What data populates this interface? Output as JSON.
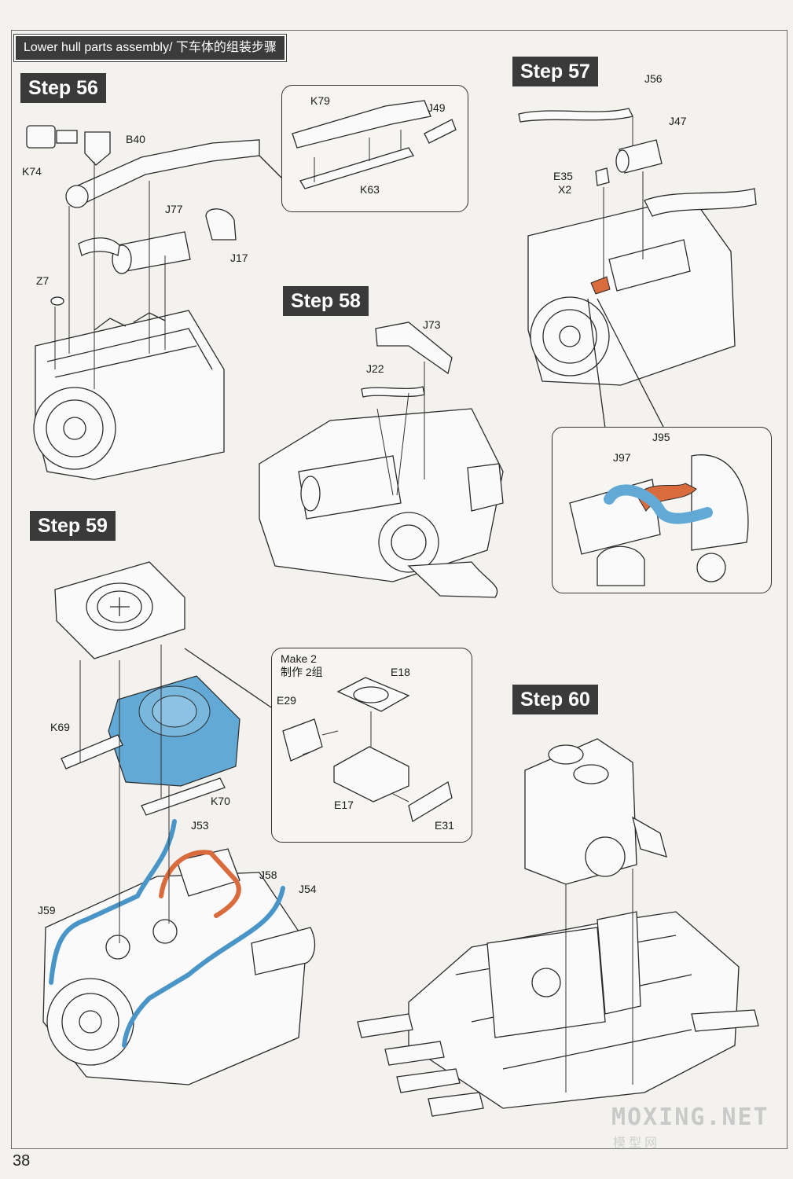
{
  "section_title": "Lower hull parts assembly/ 下车体的组装步骤",
  "steps": {
    "s56": "Step 56",
    "s57": "Step 57",
    "s58": "Step 58",
    "s59": "Step 59",
    "s60": "Step 60"
  },
  "labels": {
    "b40": "B40",
    "k74": "K74",
    "j77": "J77",
    "j17": "J17",
    "z7": "Z7",
    "k79": "K79",
    "j49": "J49",
    "k63": "K63",
    "j56": "J56",
    "j47": "J47",
    "e35": "E35",
    "x2": "X2",
    "j97": "J97",
    "j95": "J95",
    "j73": "J73",
    "j22": "J22",
    "k69": "K69",
    "k70": "K70",
    "j53": "J53",
    "j58": "J58",
    "j54": "J54",
    "j59": "J59",
    "e18": "E18",
    "e29": "E29",
    "e17": "E17",
    "e31": "E31"
  },
  "make_note": {
    "en": "Make 2",
    "cn": "制作 2组"
  },
  "page_number": "38",
  "watermark": {
    "main": "MOXING.NET",
    "sub": "模型网"
  },
  "colors": {
    "highlight_blue": "#62a9d6",
    "highlight_orange": "#d96b3c",
    "badge": "#3a3a3a"
  }
}
